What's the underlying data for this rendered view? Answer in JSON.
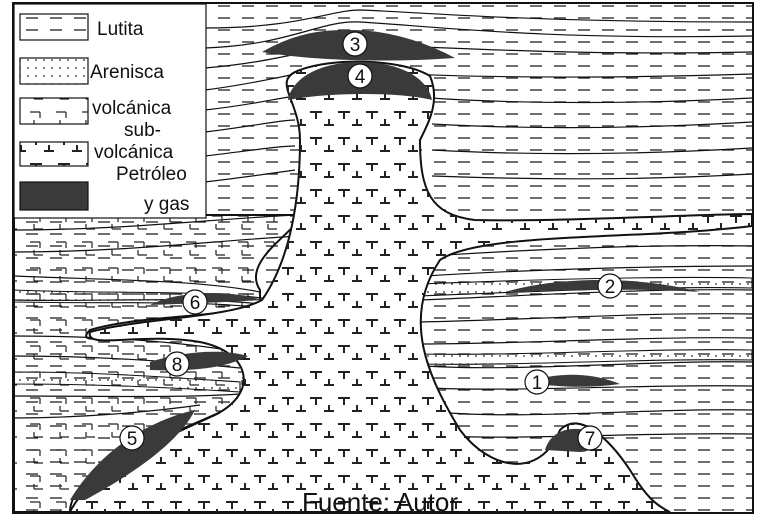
{
  "legend": {
    "items": [
      {
        "key": "lutita",
        "label": "Lutita"
      },
      {
        "key": "arenisca",
        "label": "Arenisca"
      },
      {
        "key": "volcanica",
        "label": "volcánica"
      },
      {
        "key": "subvolcanica",
        "label_line1": "sub-",
        "label_line2": "volcánica"
      },
      {
        "key": "petroleo",
        "label_line1": "Petróleo",
        "label_line2": "y gas"
      }
    ]
  },
  "accumulations": [
    "1",
    "2",
    "3",
    "4",
    "5",
    "6",
    "7",
    "8"
  ],
  "source": "Fuente: Autor",
  "colors": {
    "ink": "#111111",
    "petroleum": "#3a3a3a",
    "background": "#ffffff"
  }
}
